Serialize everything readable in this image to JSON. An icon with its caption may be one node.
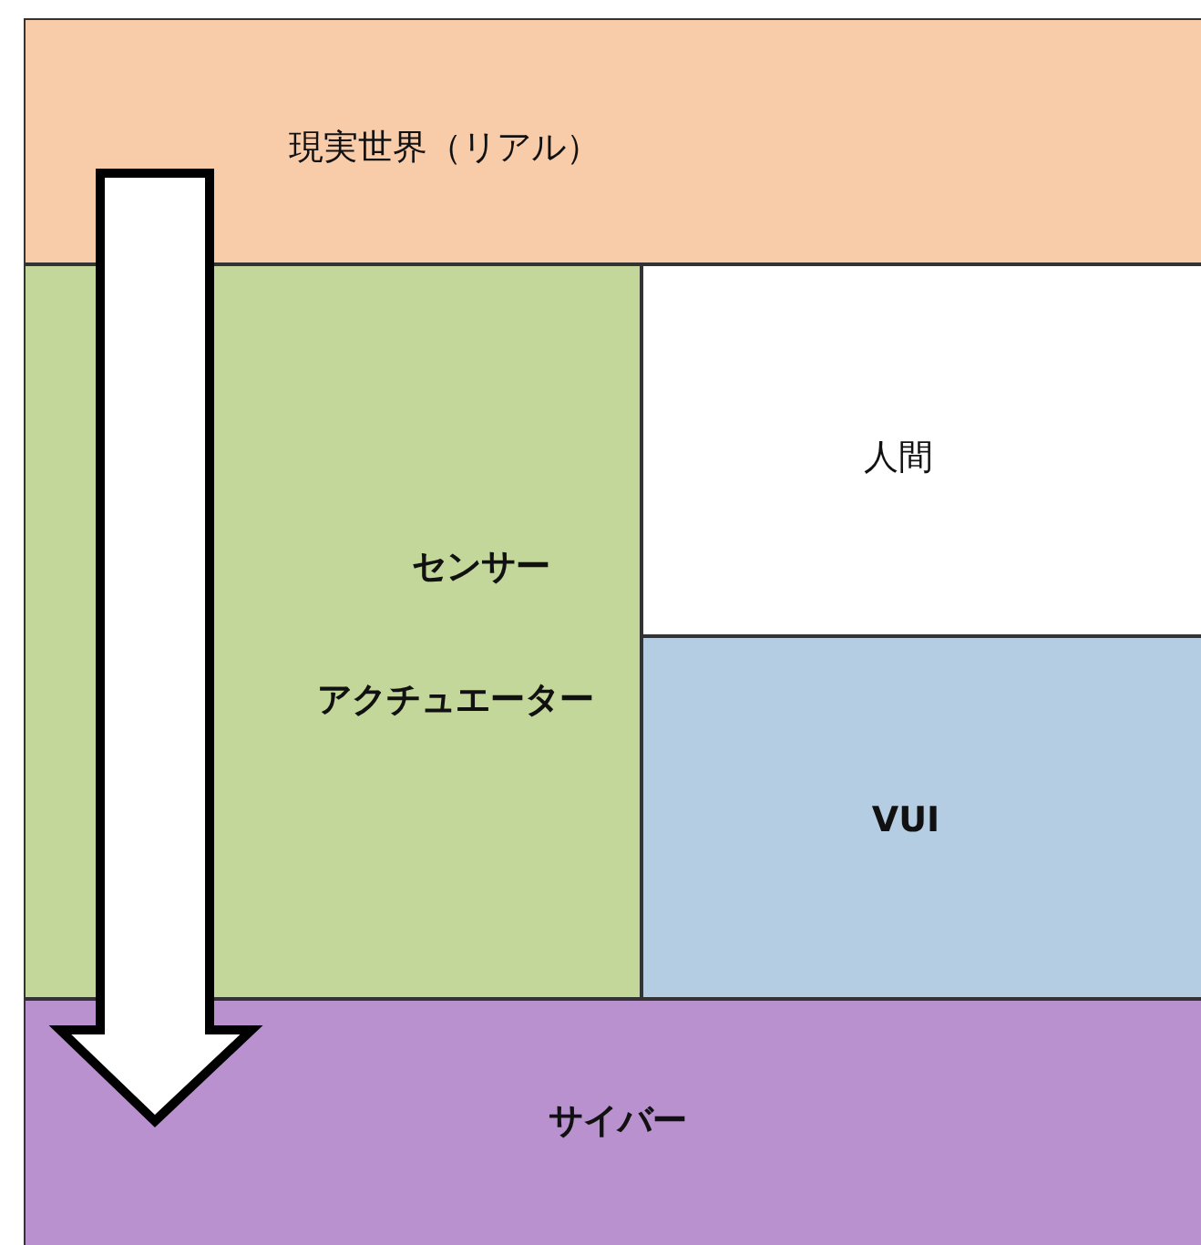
{
  "diagram": {
    "nodes": [
      {
        "text": [
          "現実世界（リアル）"
        ]
      },
      {
        "text": [
          "センサー",
          "アクチュエーター"
        ]
      },
      {
        "text": [
          "人間"
        ]
      },
      {
        "text": [
          "VUI"
        ]
      },
      {
        "text": [
          "サイバー"
        ]
      }
    ],
    "edges": [
      {
        "from": 0,
        "to": 4,
        "arrow": "to",
        "style": "thick"
      }
    ]
  }
}
